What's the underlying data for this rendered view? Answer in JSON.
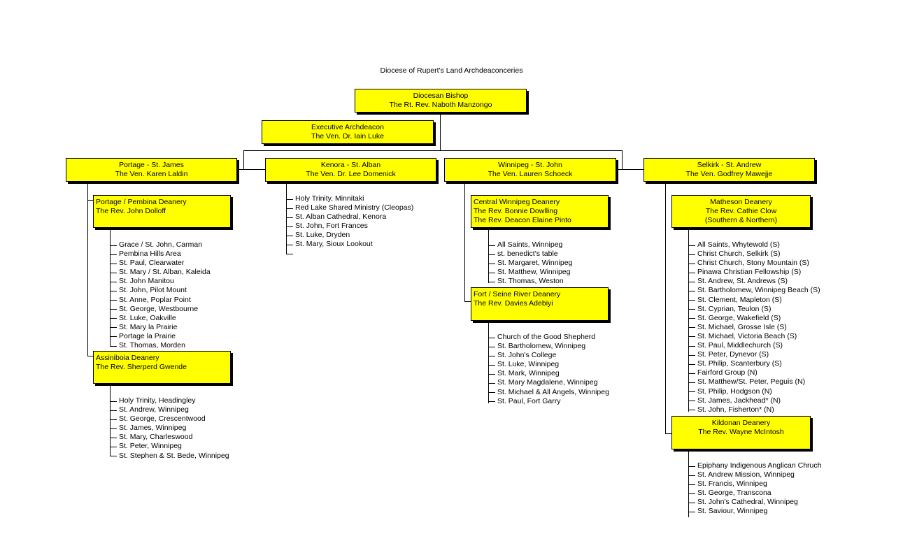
{
  "title": "Diocese of Rupert's Land Archdeaconceries",
  "bishop": {
    "role": "Diocesan Bishop",
    "name": "The Rt. Rev. Naboth Manzongo"
  },
  "executive": {
    "role": "Executive Archdeacon",
    "name": "The Ven. Dr. Iain Luke"
  },
  "archdeaconries": [
    {
      "title": "Portage - St. James",
      "name": "The Ven. Karen Laldin"
    },
    {
      "title": "Kenora - St. Alban",
      "name": "The Ven. Dr. Lee Domenick"
    },
    {
      "title": "Winnipeg - St. John",
      "name": "The Ven. Lauren Schoeck"
    },
    {
      "title": "Selkirk - St. Andrew",
      "name": "The Ven. Godfrey Mawejje"
    }
  ],
  "deaneries": {
    "portage_pembina": {
      "lines": [
        "Portage / Pembina Deanery",
        "The Rev. John Dolloff"
      ]
    },
    "assiniboia": {
      "lines": [
        "Assiniboia Deanery",
        "The Rev. Sherperd Gwende"
      ]
    },
    "central_winnipeg": {
      "lines": [
        "Central Winnipeg Deanery",
        "The Rev. Bonnie Dowlling",
        "The Rev. Deacon Elaine Pinto"
      ]
    },
    "fort_seine": {
      "lines": [
        "Fort / Seine River Deanery",
        "The Rev. Davies Adebiyi"
      ]
    },
    "matheson": {
      "lines": [
        "Matheson Deanery",
        "The Rev. Cathie Clow",
        "(Southern & Northern)"
      ]
    },
    "kildonan": {
      "lines": [
        "Kildonan Deanery",
        "The Rev. Wayne McIntosh"
      ]
    }
  },
  "parishes": {
    "portage_pembina": [
      "Grace / St. John, Carman",
      "Pembina Hills Area",
      "St. Paul, Clearwater",
      "St. Mary / St. Alban, Kaleida",
      "St. John Manitou",
      "St. John, Pilot Mount",
      "St. Anne, Poplar Point",
      "St. George, Westbourne",
      "St. Luke, Oakville",
      "St. Mary la Prairie",
      "Portage la Prairie",
      "St. Thomas, Morden"
    ],
    "assiniboia": [
      "Holy Trinity, Headingley",
      "St. Andrew, Winnipeg",
      "St. George, Crescentwood",
      "St. James, Winnipeg",
      "St. Mary, Charleswood",
      "St. Peter, Winnipeg",
      "St. Stephen & St. Bede, Winnipeg"
    ],
    "kenora": [
      "Holy Trinity, Minnitaki",
      "Red Lake Shared Ministry (Cleopas)",
      "St. Alban Cathedral, Kenora",
      "St. John, Fort Frances",
      "St. Luke, Dryden",
      "St. Mary, Sioux Lookout",
      ""
    ],
    "central_winnipeg": [
      "All Saints, Winnipeg",
      "st. benedict's table",
      "St. Margaret, Winnipeg",
      "St. Matthew, Winnipeg",
      "St. Thomas, Weston"
    ],
    "fort_seine": [
      "Church of the Good Shepherd",
      "St. Bartholomew, Winnipeg",
      "St. John's College",
      "St. Luke, Winnipeg",
      "St. Mark, Winnipeg",
      "St. Mary Magdalene, Winnipeg",
      "St. Michael & All Angels, Winnipeg",
      "St. Paul, Fort Garry"
    ],
    "matheson": [
      "All Saints, Whytewold (S)",
      "Christ Church, Selkirk (S)",
      "Christ Church, Stony Mountain (S)",
      "Pinawa Christian Fellowship (S)",
      "St. Andrew, St. Andrews (S)",
      "St. Bartholomew, Winnipeg Beach (S)",
      "St. Clement, Mapleton (S)",
      "St. Cyprian, Teulon (S)",
      "St. George, Wakefield (S)",
      "St. Michael, Grosse Isle (S)",
      "St. Michael, Victoria Beach (S)",
      "St. Paul, Middlechurch (S)",
      "St. Peter, Dynevor (S)",
      "St. Philip, Scanterbury (S)",
      "Fairford Group (N)",
      "St. Matthew/St. Peter, Peguis (N)",
      "St. Philip, Hodgson (N)",
      "St. James, Jackhead* (N)",
      "St. John, Fisherton* (N)"
    ],
    "kildonan": [
      "Epiphany Indigenous Anglican Chruch",
      "St. Andrew Mission, Winnipeg",
      "St. Francis, Winnipeg",
      "St. George, Transcona",
      "St. John's Cathedral, Winnipeg",
      "St. Saviour, Winnipeg"
    ]
  }
}
